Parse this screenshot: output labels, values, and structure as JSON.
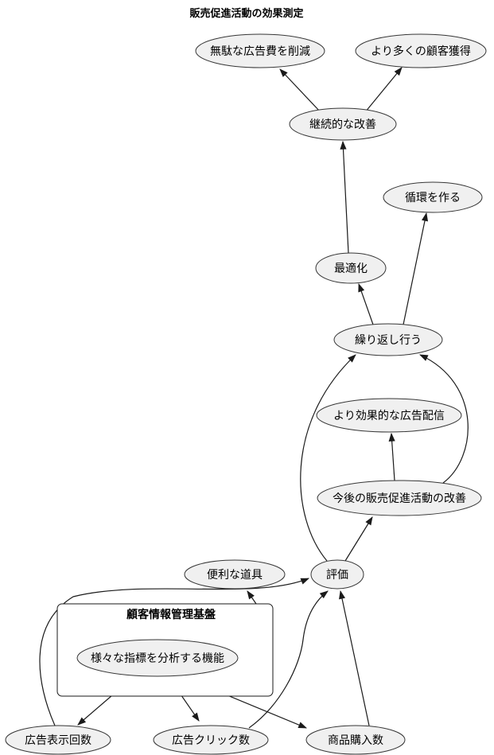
{
  "title": "販売促進活動の効果測定",
  "diagram": {
    "type": "flowchart",
    "nodes": {
      "reduce_waste": {
        "label": "無駄な広告費を削減"
      },
      "more_customers": {
        "label": "より多くの顧客獲得"
      },
      "continuous_improvement": {
        "label": "継続的な改善"
      },
      "create_cycle": {
        "label": "循環を作る"
      },
      "optimization": {
        "label": "最適化"
      },
      "repeat": {
        "label": "繰り返し行う"
      },
      "effective_ads": {
        "label": "より効果的な広告配信"
      },
      "future_improvement": {
        "label": "今後の販売促進活動の改善"
      },
      "useful_tool": {
        "label": "便利な道具"
      },
      "evaluation": {
        "label": "評価"
      },
      "analyze_metrics": {
        "label": "様々な指標を分析する機能"
      },
      "ad_impressions": {
        "label": "広告表示回数"
      },
      "ad_clicks": {
        "label": "広告クリック数"
      },
      "purchases": {
        "label": "商品購入数"
      }
    },
    "cluster": {
      "label": "顧客情報管理基盤"
    },
    "edges": [
      {
        "from": "continuous_improvement",
        "to": "reduce_waste"
      },
      {
        "from": "continuous_improvement",
        "to": "more_customers"
      },
      {
        "from": "optimization",
        "to": "continuous_improvement"
      },
      {
        "from": "repeat",
        "to": "optimization"
      },
      {
        "from": "repeat",
        "to": "create_cycle"
      },
      {
        "from": "evaluation",
        "to": "repeat"
      },
      {
        "from": "future_improvement",
        "to": "repeat"
      },
      {
        "from": "future_improvement",
        "to": "effective_ads"
      },
      {
        "from": "evaluation",
        "to": "future_improvement"
      },
      {
        "from": "cluster_customer_info",
        "to": "useful_tool"
      },
      {
        "from": "ad_impressions",
        "to": "evaluation"
      },
      {
        "from": "ad_clicks",
        "to": "evaluation"
      },
      {
        "from": "purchases",
        "to": "evaluation"
      },
      {
        "from": "analyze_metrics",
        "to": "ad_impressions"
      },
      {
        "from": "analyze_metrics",
        "to": "ad_clicks"
      },
      {
        "from": "analyze_metrics",
        "to": "purchases"
      }
    ],
    "colors": {
      "background": "#ffffff",
      "node_fill": "#f0f0f0",
      "node_stroke": "#363636",
      "edge": "#1a1a1a",
      "text": "#000000"
    }
  }
}
